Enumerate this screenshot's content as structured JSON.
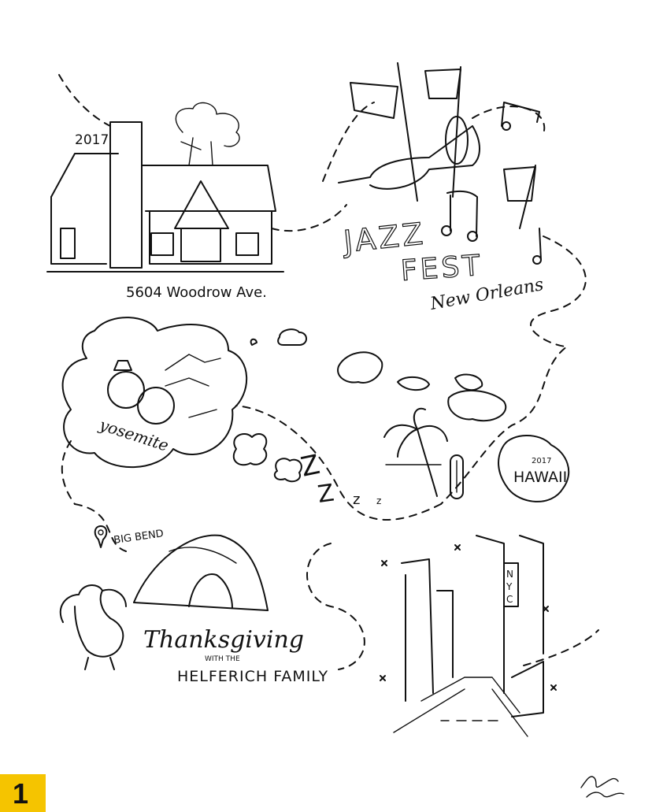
{
  "house": {
    "year": "2017",
    "address": "5604 Woodrow Ave."
  },
  "jazzfest": {
    "line1": "JAZZ",
    "line2": "FEST",
    "city": "New Orleans"
  },
  "yosemite": {
    "label": "yosemite"
  },
  "hawaii": {
    "year": "2017",
    "label": "HAWAII"
  },
  "bigbend": {
    "label": "BIG BEND"
  },
  "thanksgiving": {
    "title": "Thanksgiving",
    "with": "WITH THE",
    "family": "HELFERICH FAMILY"
  },
  "nyc": {
    "sign": [
      "N",
      "Y",
      "C"
    ]
  },
  "zzz": [
    "Z",
    "Z",
    "z",
    "z"
  ],
  "signature": "Katie Sinclair",
  "badge": {
    "label": "1",
    "color": "#f5c400"
  }
}
